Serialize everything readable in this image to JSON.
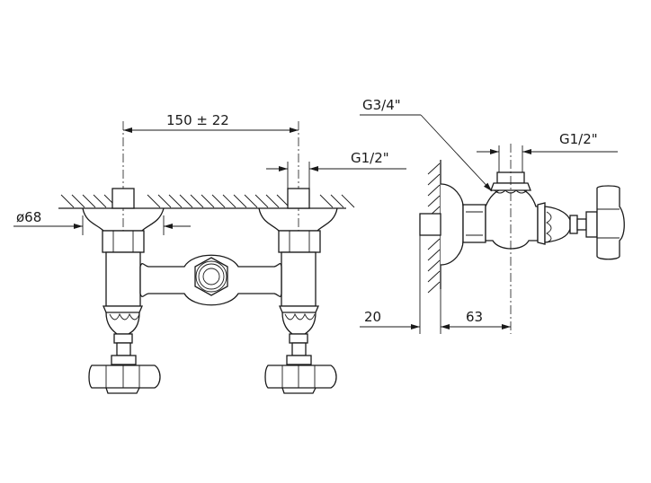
{
  "dimensions": {
    "center_distance": "150 ± 22",
    "escutcheon_diameter": "ø68",
    "inlet_thread_front": "G1/2\"",
    "outlet_thread": "G3/4\"",
    "inlet_thread_side": "G1/2\"",
    "wall_offset": "20",
    "projection": "63"
  },
  "colors": {
    "line": "#1a1a1a",
    "background": "#ffffff"
  }
}
